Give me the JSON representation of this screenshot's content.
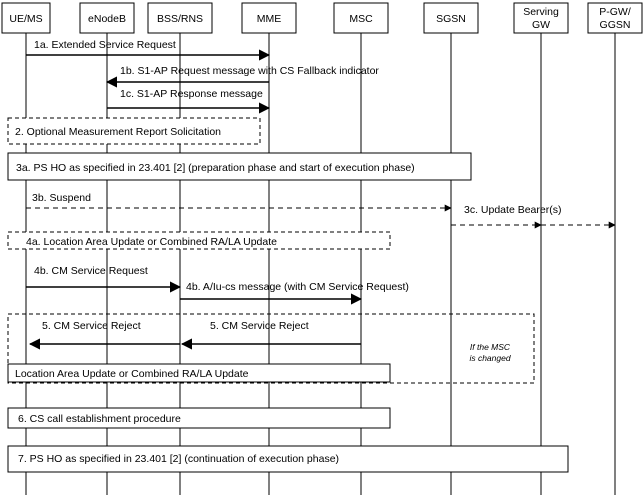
{
  "entities": {
    "ue": "UE/MS",
    "enodeb": "eNodeB",
    "bss": "BSS/RNS",
    "mme": "MME",
    "msc": "MSC",
    "sgsn": "SGSN",
    "sgw_line1": "Serving",
    "sgw_line2": "GW",
    "pgw_line1": "P-GW/",
    "pgw_line2": "GGSN"
  },
  "steps": {
    "s1a": "1a. Extended Service Request",
    "s1b": "1b. S1-AP Request message with CS Fallback indicator",
    "s1c": "1c. S1-AP Response message",
    "s2": "2. Optional Measurement Report Solicitation",
    "s3a": "3a. PS HO as specified in 23.401 [2] (preparation phase and start of execution phase)",
    "s3b": "3b. Suspend",
    "s3c": "3c. Update Bearer(s)",
    "s4a": "4a. Location Area Update or Combined RA/LA Update",
    "s4b_ue": "4b. CM Service Request",
    "s4b_bss": "4b. A/Iu-cs message (with CM Service Request)",
    "s5_bss": "5. CM Service Reject",
    "s5_msc": "5. CM Service Reject",
    "note_line1": "If the MSC",
    "note_line2": "is changed",
    "lau": "Location Area Update or Combined RA/LA Update",
    "s6": "6. CS call establishment procedure",
    "s7": "7. PS HO as specified in 23.401 [2] (continuation of execution phase)"
  }
}
